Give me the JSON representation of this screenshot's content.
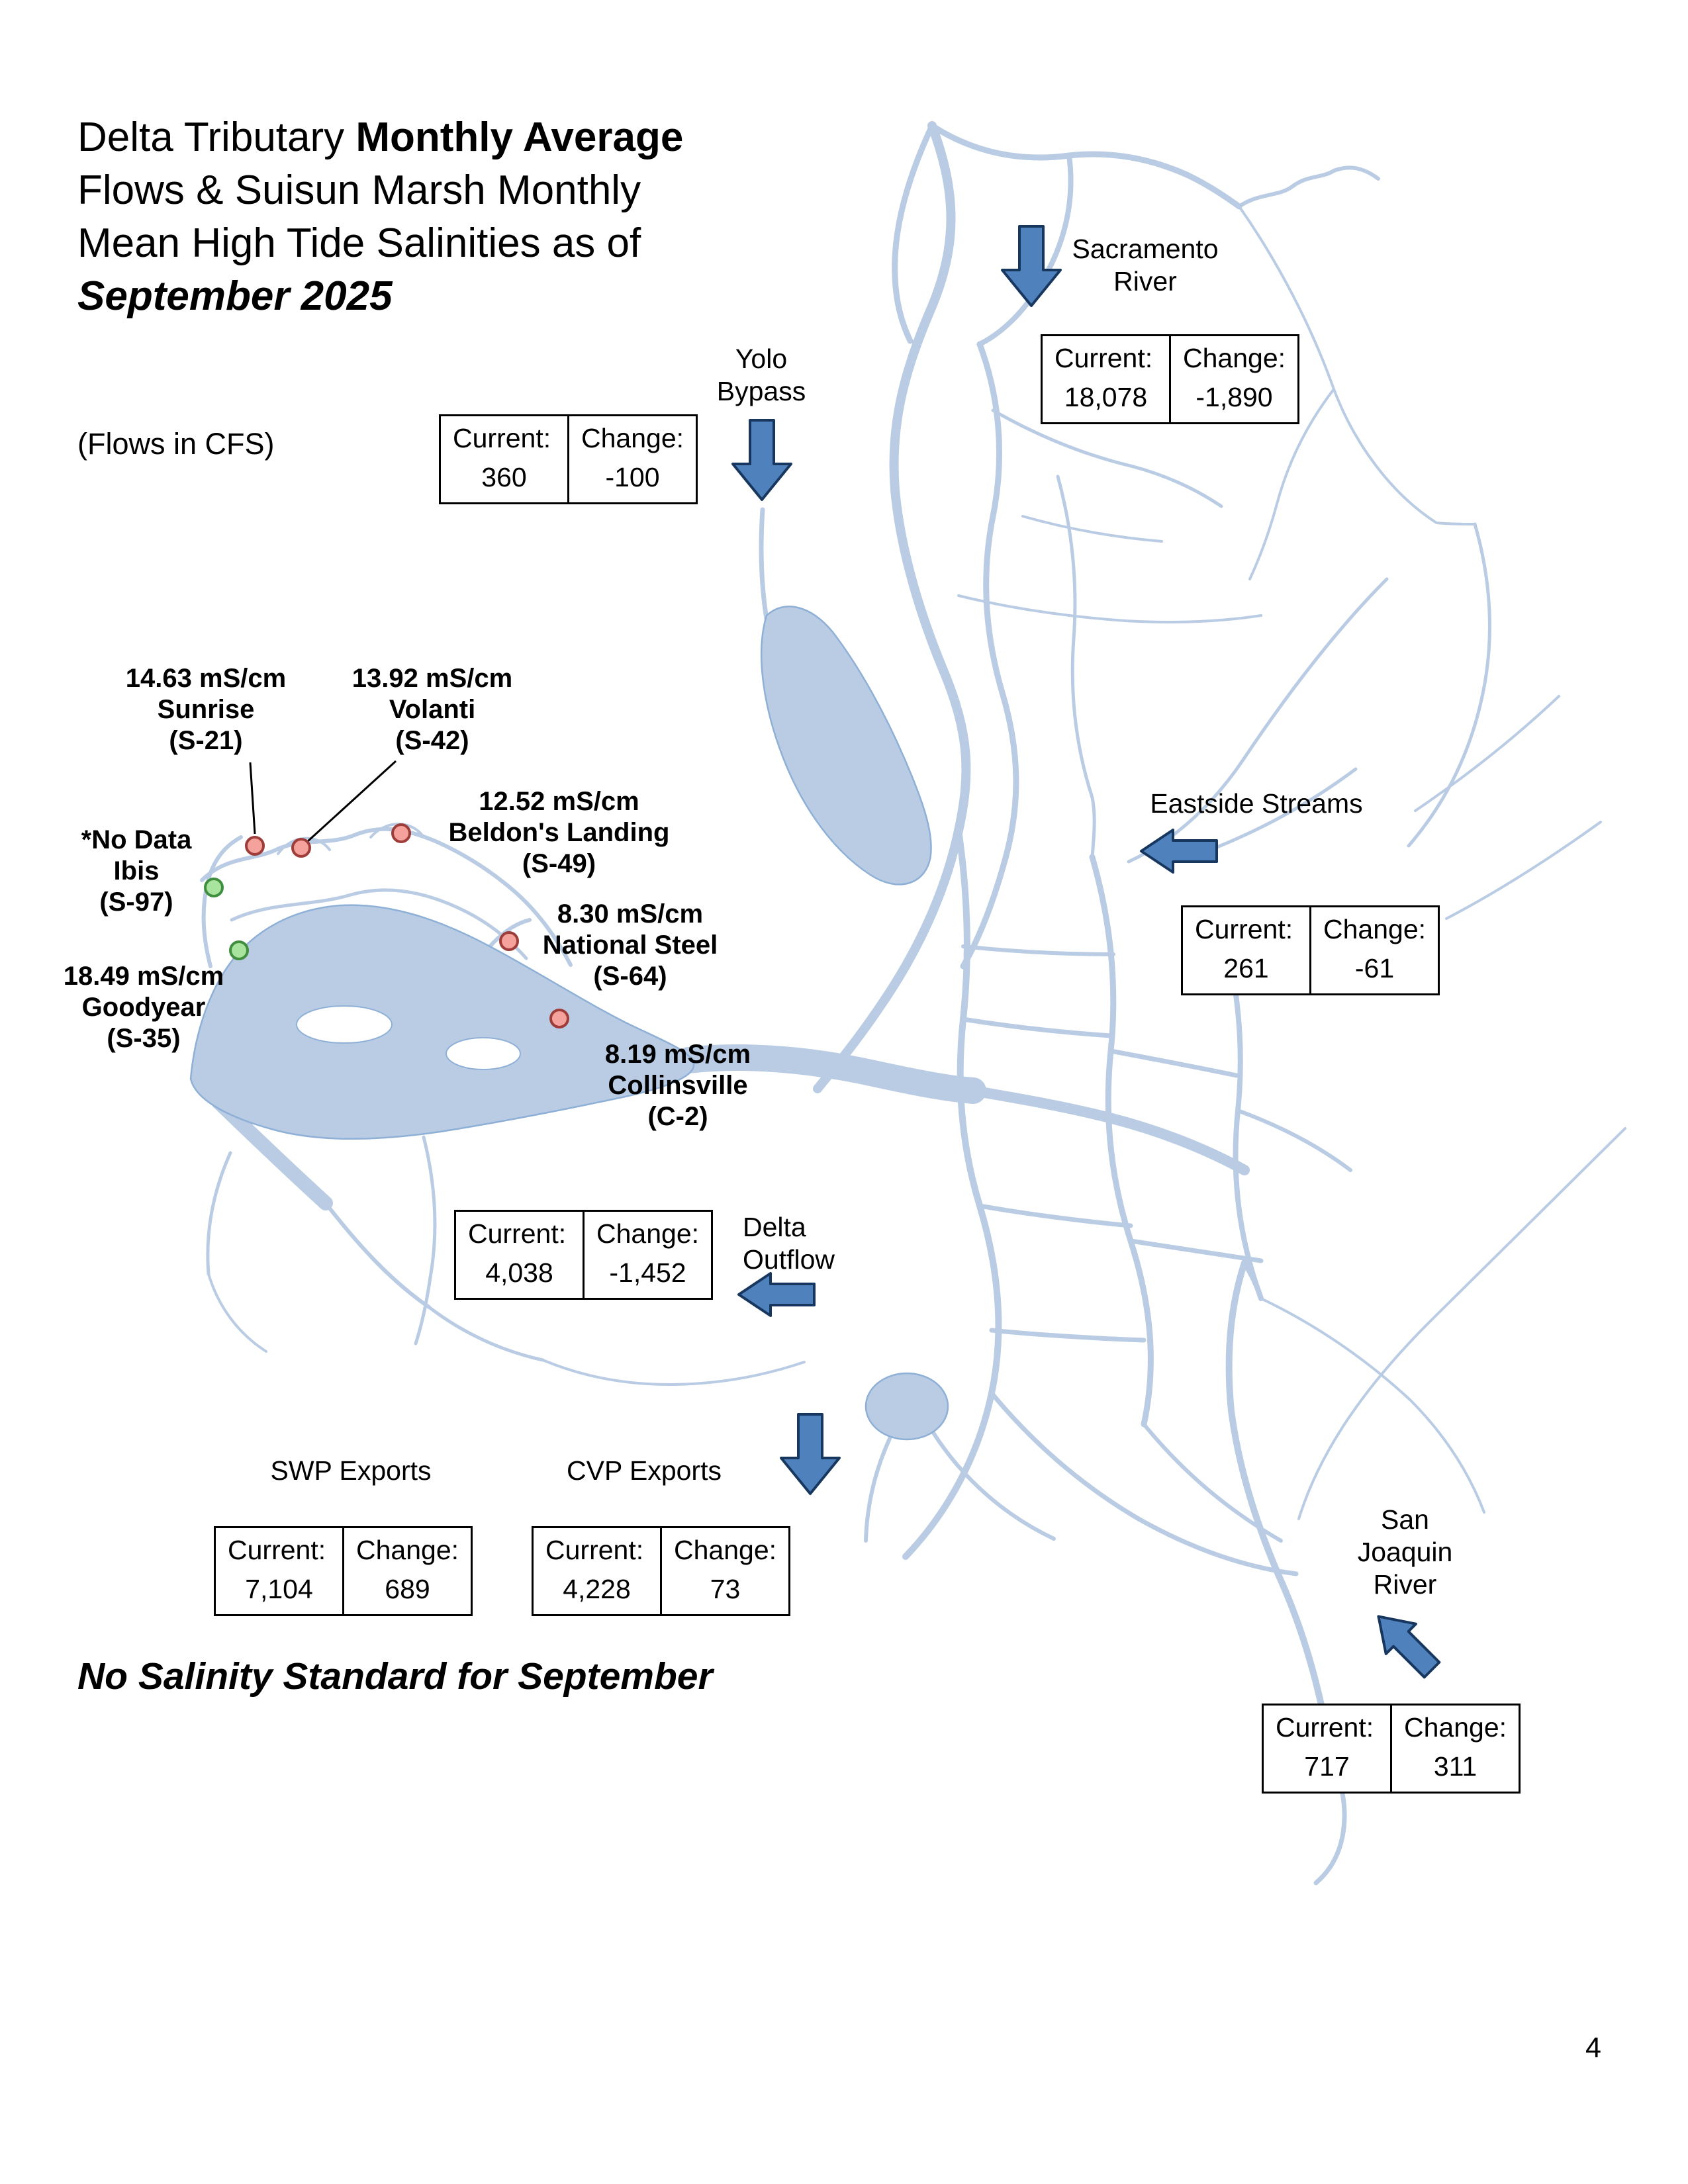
{
  "header": {
    "title_normal": "Delta Tributary ",
    "title_bold": "Monthly Average",
    "title_line2": "Flows & Suisun Marsh Monthly",
    "title_line3": "Mean High Tide Salinities as of",
    "title_line4": "September 2025",
    "flows_unit_note": "(Flows in CFS)"
  },
  "labels": {
    "current": "Current:",
    "change": "Change:"
  },
  "flow_stations": [
    {
      "id": "sacramento-river",
      "name_lines": [
        "Sacramento",
        "River"
      ],
      "current": "18,078",
      "change": "-1,890",
      "arrow": "down"
    },
    {
      "id": "yolo-bypass",
      "name_lines": [
        "Yolo",
        "Bypass"
      ],
      "current": "360",
      "change": "-100",
      "arrow": "down"
    },
    {
      "id": "eastside-streams",
      "name_lines": [
        "Eastside Streams"
      ],
      "current": "261",
      "change": "-61",
      "arrow": "left"
    },
    {
      "id": "delta-outflow",
      "name_lines": [
        "Delta",
        "Outflow"
      ],
      "current": "4,038",
      "change": "-1,452",
      "arrow": "left"
    },
    {
      "id": "swp-exports",
      "name_lines": [
        "SWP Exports"
      ],
      "current": "7,104",
      "change": "689",
      "arrow": "none"
    },
    {
      "id": "cvp-exports",
      "name_lines": [
        "CVP Exports"
      ],
      "current": "4,228",
      "change": "73",
      "arrow": "down"
    },
    {
      "id": "san-joaquin-river",
      "name_lines": [
        "San",
        "Joaquin",
        "River"
      ],
      "current": "717",
      "change": "311",
      "arrow": "up-left"
    }
  ],
  "salinity_stations": [
    {
      "id": "sunrise",
      "lines": [
        "14.63 mS/cm",
        "Sunrise",
        "(S-21)"
      ],
      "dot": "red"
    },
    {
      "id": "volanti",
      "lines": [
        "13.92 mS/cm",
        "Volanti",
        "(S-42)"
      ],
      "dot": "red"
    },
    {
      "id": "beldons-landing",
      "lines": [
        "12.52 mS/cm",
        "Beldon's Landing",
        "(S-49)"
      ],
      "dot": "red"
    },
    {
      "id": "ibis",
      "lines": [
        "*No Data",
        "Ibis",
        "(S-97)"
      ],
      "dot": "green"
    },
    {
      "id": "goodyear",
      "lines": [
        "18.49 mS/cm",
        "Goodyear",
        "(S-35)"
      ],
      "dot": "green"
    },
    {
      "id": "national-steel",
      "lines": [
        "8.30 mS/cm",
        "National Steel",
        "(S-64)"
      ],
      "dot": "red"
    },
    {
      "id": "collinsville",
      "lines": [
        "8.19 mS/cm",
        "Collinsville",
        "(C-2)"
      ],
      "dot": "red"
    }
  ],
  "footer": {
    "note": "No Salinity Standard for September",
    "page_number": "4"
  },
  "colors": {
    "water": "#b9cce4",
    "water_edge": "#8fb0d6",
    "arrow_fill": "#4f81bd",
    "arrow_border": "#17375e",
    "dot_red": "#f4a29b",
    "dot_red_border": "#9e3d39",
    "dot_green": "#a8e49e",
    "dot_green_border": "#3f8f3f"
  }
}
